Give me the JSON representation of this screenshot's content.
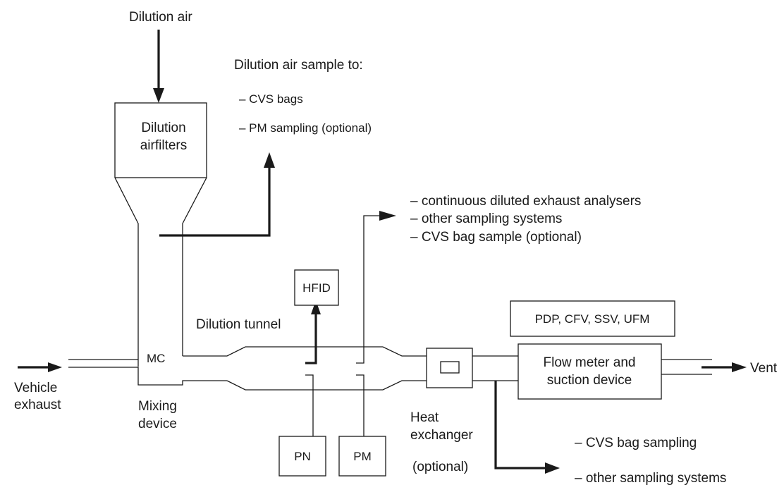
{
  "diagram": {
    "dilution_air": "Dilution air",
    "dilution_airfilters": [
      "Dilution",
      "airfilters"
    ],
    "dilution_air_sample": {
      "heading": "Dilution air sample to:",
      "items": [
        "– CVS bags",
        "– PM sampling (optional)"
      ]
    },
    "continuous_outputs": [
      "– continuous diluted exhaust analysers",
      "– other sampling systems",
      "– CVS bag sample (optional)"
    ],
    "hfid": "HFID",
    "dilution_tunnel": "Dilution tunnel",
    "mc": "MC",
    "vehicle_exhaust": [
      "Vehicle",
      "exhaust"
    ],
    "mixing_device": [
      "Mixing",
      "device"
    ],
    "pn": "PN",
    "pm": "PM",
    "heat_exchanger": [
      "Heat",
      "exchanger"
    ],
    "optional": "(optional)",
    "flow_meter_types": "PDP, CFV, SSV, UFM",
    "flow_meter": [
      "Flow meter and",
      "suction device"
    ],
    "vent": "Vent",
    "bag_outputs": [
      "– CVS bag sampling",
      "– other sampling systems"
    ]
  }
}
